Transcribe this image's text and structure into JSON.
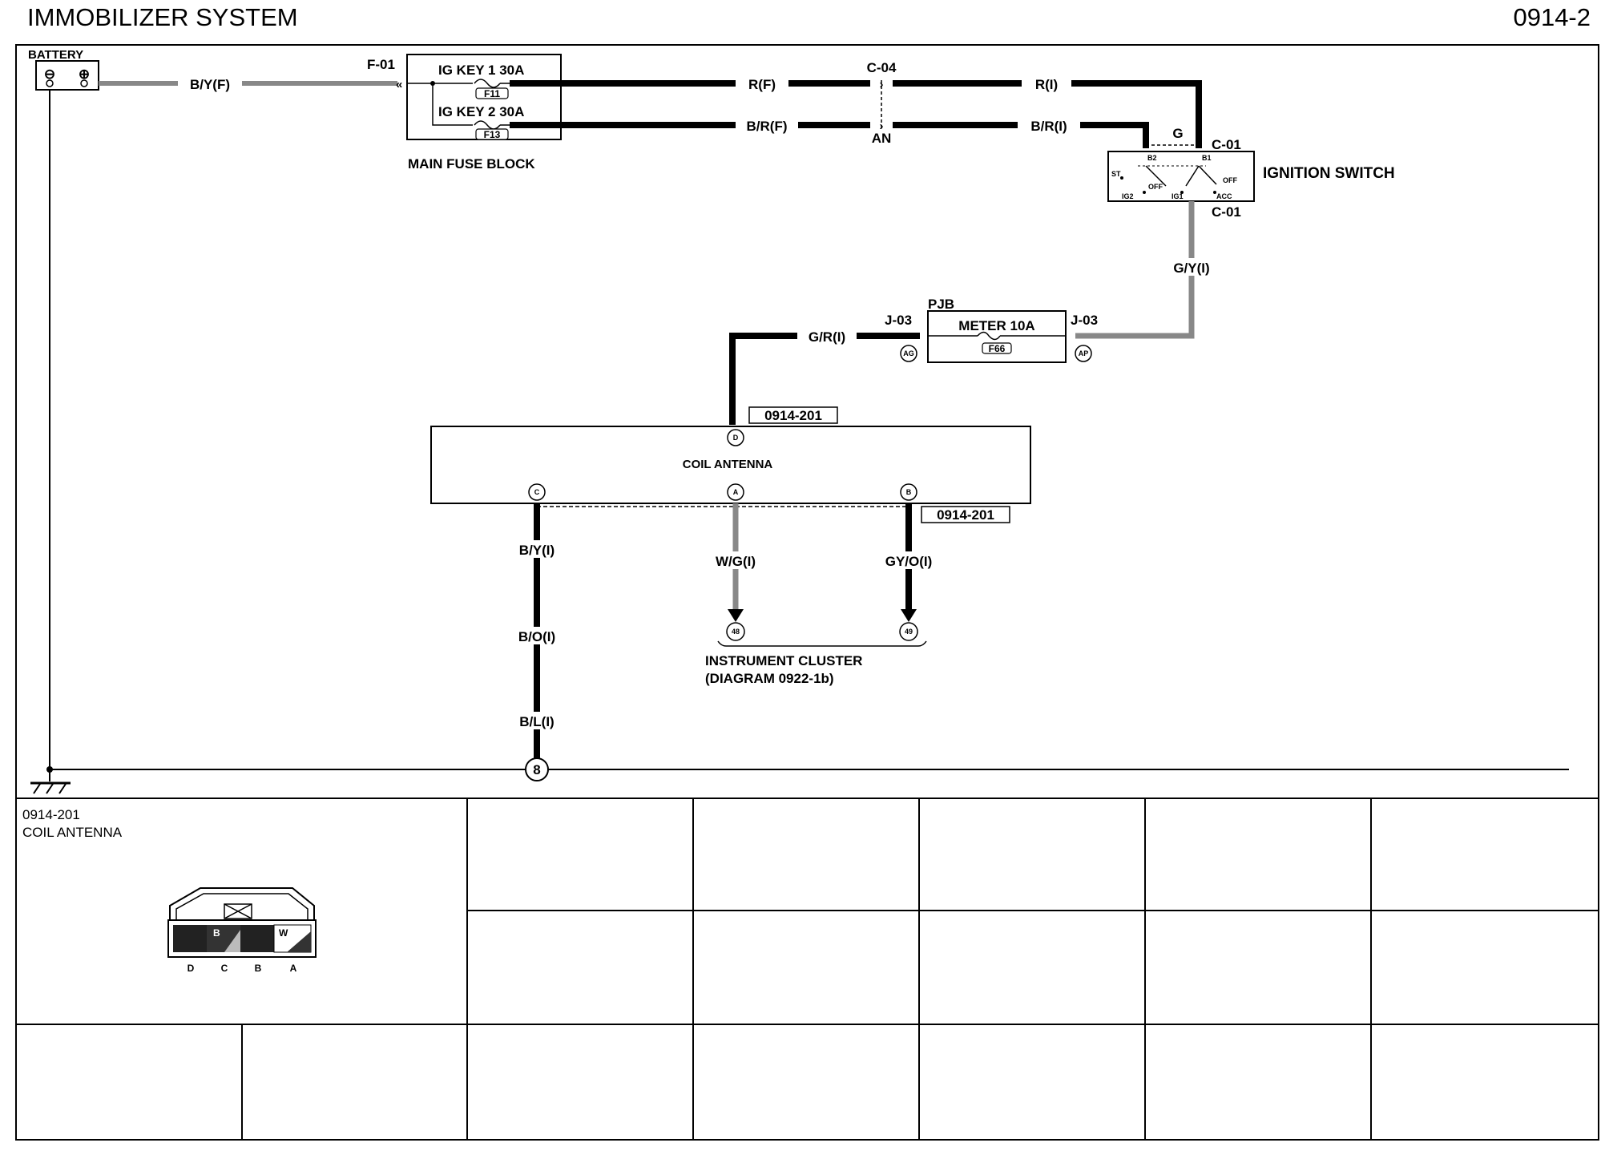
{
  "header": {
    "title": "IMMOBILIZER SYSTEM",
    "page_number": "0914-2"
  },
  "battery": {
    "label": "BATTERY",
    "neg": "⊖",
    "pos": "⊕"
  },
  "wires": {
    "battery_feed": "B/Y(F)",
    "rf": "R(F)",
    "ri": "R(I)",
    "brf": "B/R(F)",
    "bri": "B/R(I)",
    "gyi": "G/Y(I)",
    "gri": "G/R(I)",
    "byi": "B/Y(I)",
    "boi": "B/O(I)",
    "bli": "B/L(I)",
    "wgi": "W/G(I)",
    "gyoi": "GY/O(I)"
  },
  "connectors": {
    "f01": "F-01",
    "c04": "C-04",
    "an": "AN",
    "g": "G",
    "c01_top": "C-01",
    "c01_bottom": "C-01",
    "j03_left": "J-03",
    "j03_right": "J-03",
    "ag": "AG",
    "ap": "AP"
  },
  "main_fuse_block": {
    "label": "MAIN FUSE BLOCK",
    "fuse1": "IG KEY 1 30A",
    "fuse1_id": "F11",
    "fuse2": "IG KEY 2 30A",
    "fuse2_id": "F13"
  },
  "ignition_switch": {
    "label": "IGNITION SWITCH",
    "b2": "B2",
    "b1": "B1",
    "st": "ST",
    "off1": "OFF",
    "off2": "OFF",
    "ig2": "IG2",
    "ig1": "IG1",
    "acc": "ACC"
  },
  "pjb": {
    "label": "PJB",
    "fuse": "METER 10A",
    "fuse_id": "F66"
  },
  "coil_antenna": {
    "label": "COIL ANTENNA",
    "ref_top": "0914-201",
    "ref_bottom": "0914-201",
    "pin_d": "D",
    "pin_c": "C",
    "pin_a": "A",
    "pin_b": "B"
  },
  "instrument_cluster": {
    "label": "INSTRUMENT CLUSTER",
    "sublabel": "(DIAGRAM 0922-1b)",
    "pin48": "48",
    "pin49": "49"
  },
  "ground": {
    "node": "8"
  },
  "connector_view": {
    "code": "0914-201",
    "name": "COIL ANTENNA",
    "slot_b": "B",
    "slot_w": "W",
    "pins": [
      "D",
      "C",
      "B",
      "A"
    ]
  }
}
